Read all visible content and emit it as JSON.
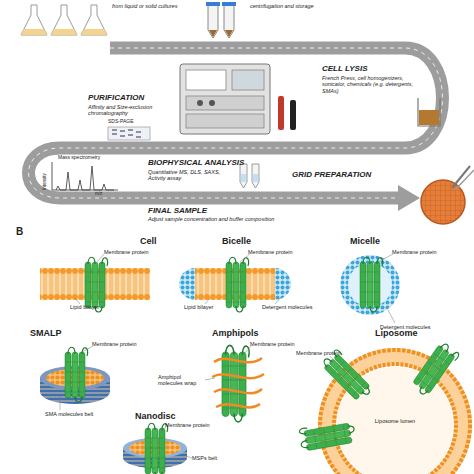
{
  "diagram": {
    "labels": [
      "from liquid or solid cultures",
      "centrifugation and storage",
      "CELL LYSIS",
      "French Press, cell homogenizers, sonicator, chemicals (e.g. detergents, SMAs)",
      "PURIFICATION",
      "Affinity and Size-exclusion chromatography",
      "SDS-PAGE",
      "BIOPHYSICAL ANALYSIS",
      "Quantitative MS, DLS, SAXS, Activity assay",
      "Intensity",
      "Mass spectrometry",
      "m/z",
      "GRID PREPARATION",
      "FINAL SAMPLE",
      "Adjust sample concentration and buffer composition",
      "B",
      "Cell",
      "Membrane protein",
      "Lipid bilayer",
      "Bicelle",
      "Membrane protein",
      "Lipid bilayer",
      "Detergent molecules",
      "Micelle",
      "Membrane protein",
      "Detergent molecules",
      "SMALP",
      "Membrane protein",
      "SMA molecules belt",
      "Amphipols",
      "Membrane protein",
      "Amphipol molecules wrap",
      "Nanodisc",
      "Membrane protein",
      "MSPs belt",
      "Liposome",
      "Membrane protein",
      "Liposome lumen"
    ]
  }
}
